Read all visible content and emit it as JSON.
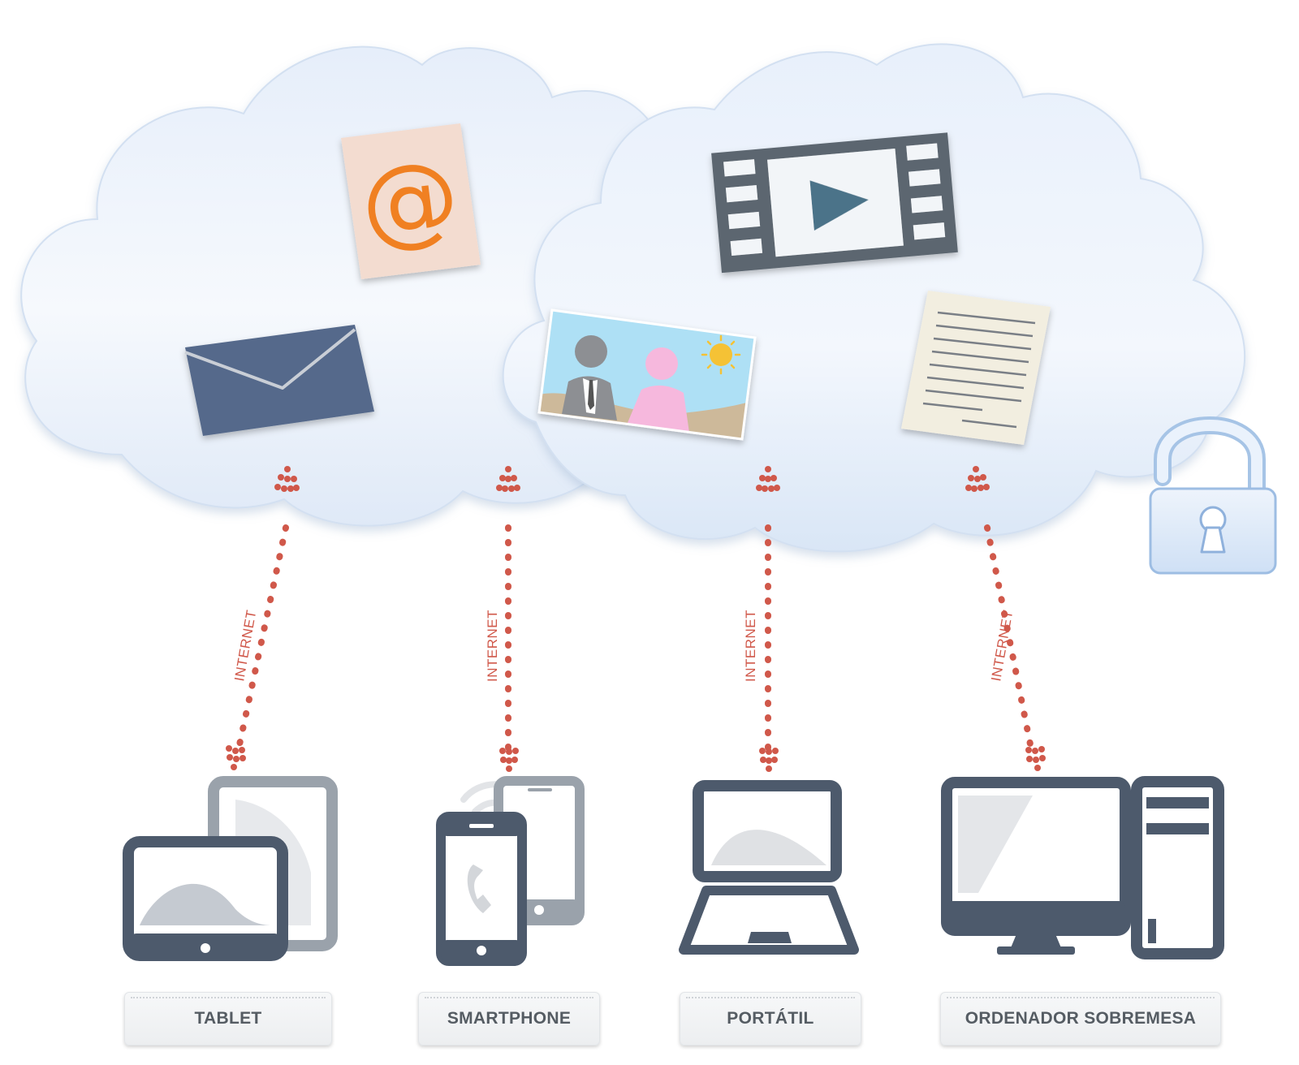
{
  "connections": {
    "label": "INTERNET"
  },
  "devices": [
    {
      "label": "TABLET"
    },
    {
      "label": "SMARTPHONE"
    },
    {
      "label": "PORTÁTIL"
    },
    {
      "label": "ORDENADOR SOBREMESA"
    }
  ],
  "cloud_items": {
    "email_symbol": "@"
  },
  "icons": [
    "cloud-icon",
    "at-sign-icon",
    "envelope-icon",
    "photo-icon",
    "video-film-icon",
    "document-icon",
    "open-padlock-icon",
    "tablet-icon",
    "smartphone-icon",
    "laptop-icon",
    "desktop-computer-icon"
  ],
  "colors": {
    "cloud_fill": "#dde9f7",
    "connection_red": "#d0584a",
    "device_dark": "#4d5a6c",
    "device_gray": "#9aa2ab",
    "envelope": "#54698b",
    "at_sign": "#f08020",
    "film": "#5c6670"
  }
}
